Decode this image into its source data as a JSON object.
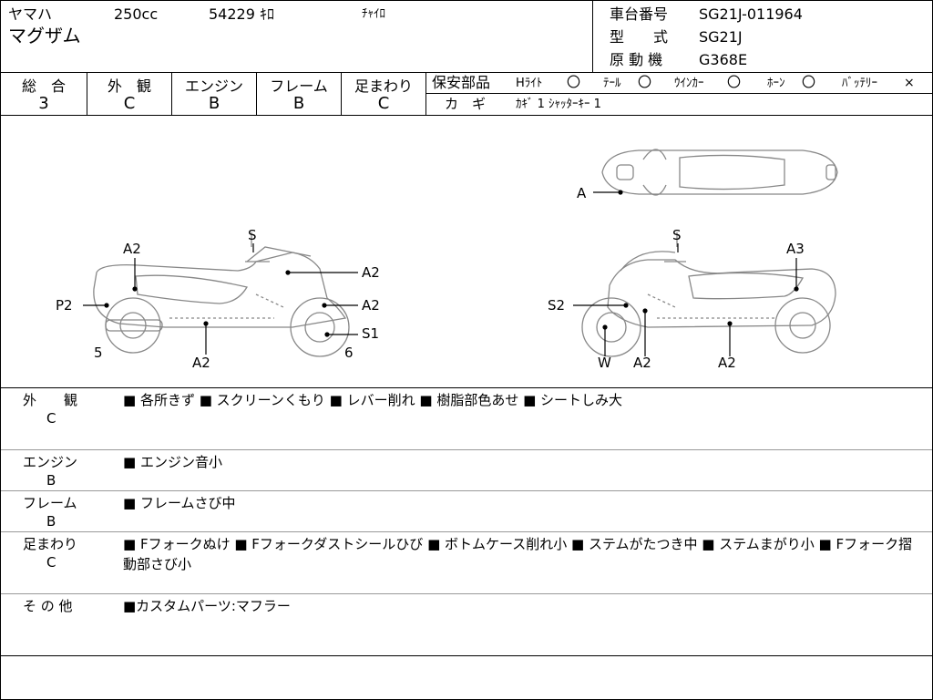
{
  "header": {
    "maker": "ヤマハ",
    "model": "マグザム",
    "displacement": "250cc",
    "mileage": "54229 ｷﾛ",
    "chaikiro": "ﾁｬｲﾛ",
    "frame_label": "車台番号",
    "frame_value": "SG21J-011964",
    "type_label": "型　　式",
    "type_value": "SG21J",
    "engine_label": "原 動 機",
    "engine_value": "G368E"
  },
  "grades": [
    {
      "label": "総　合",
      "value": "3"
    },
    {
      "label": "外　観",
      "value": "C"
    },
    {
      "label": "エンジン",
      "value": "B"
    },
    {
      "label": "フレーム",
      "value": "B"
    },
    {
      "label": "足まわり",
      "value": "C"
    }
  ],
  "equipment": {
    "title": "保安部品",
    "items": [
      {
        "name": "Hﾗｲﾄ",
        "mark": "〇"
      },
      {
        "name": "ﾃｰﾙ",
        "mark": "〇"
      },
      {
        "name": "ｳｲﾝｶｰ",
        "mark": "〇"
      },
      {
        "name": "ﾎｰﾝ",
        "mark": "〇"
      },
      {
        "name": "ﾊﾞｯﾃﾘｰ",
        "mark": "×"
      }
    ],
    "key_label": "カ　ギ",
    "key_value": "ｶｷﾞ 1  ｼｬｯﾀｰｷｰ 1"
  },
  "diagram_labels": {
    "top_a": "A",
    "left_a2_top": "A2",
    "left_s": "S",
    "left_a2_cowl": "A2",
    "left_p2": "P2",
    "left_a2_front": "A2",
    "left_s1": "S1",
    "left_5": "5",
    "left_6": "6",
    "left_a2_bottom": "A2",
    "right_s": "S",
    "right_a3": "A3",
    "right_s2": "S2",
    "right_w": "W",
    "right_a2_mid": "A2",
    "right_a2_bottom": "A2"
  },
  "notes": [
    {
      "label": "外　　観",
      "grade": "C",
      "text": "■ 各所きず ■ スクリーンくもり ■ レバー削れ ■ 樹脂部色あせ ■ シートしみ大"
    },
    {
      "label": "エンジン",
      "grade": "B",
      "text": "■ エンジン音小"
    },
    {
      "label": "フレーム",
      "grade": "B",
      "text": "■ フレームさび中"
    },
    {
      "label": "足まわり",
      "grade": "C",
      "text": "■ Fフォークぬけ ■ Fフォークダストシールひび ■ ボトムケース削れ小 ■ ステムがたつき中 ■ ステムまがり小 ■ Fフォーク摺動部さび小"
    },
    {
      "label": "そ の 他",
      "grade": "",
      "text": "■カスタムパーツ:マフラー"
    }
  ]
}
